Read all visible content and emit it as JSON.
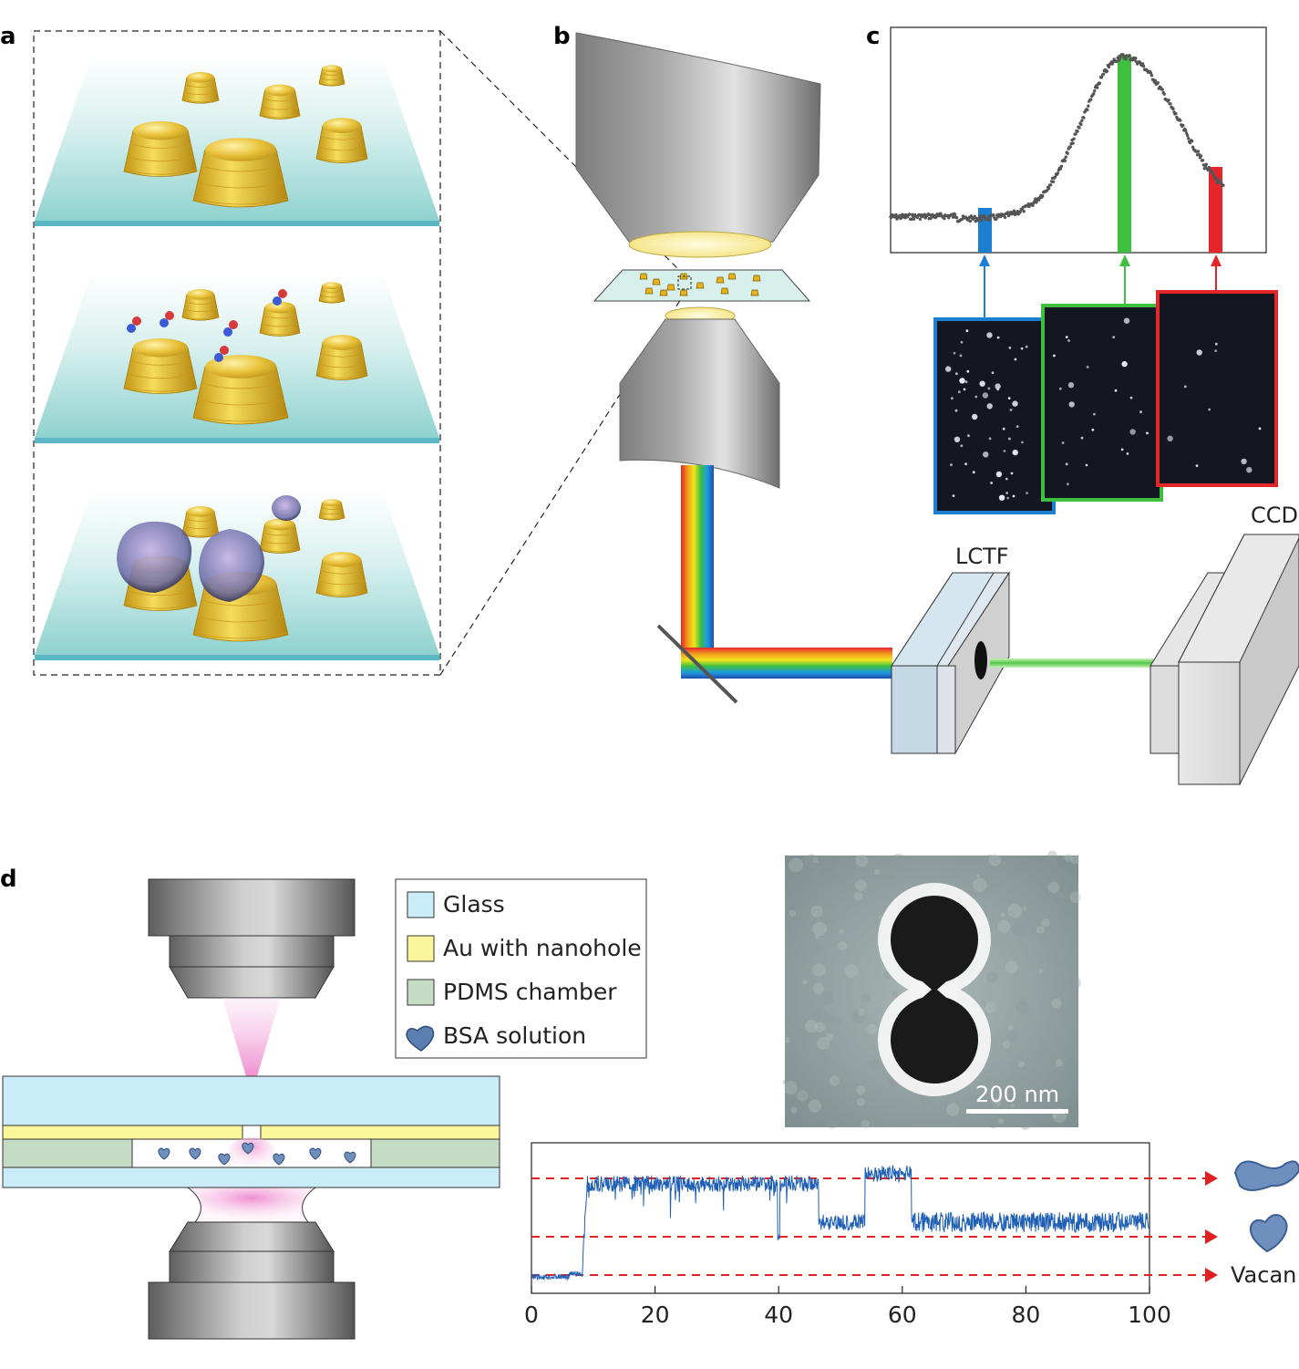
{
  "panels": {
    "a": "a",
    "b": "b",
    "c": "c",
    "d": "d"
  },
  "setup": {
    "filter_label": "LCTF",
    "camera_label": "CCD"
  },
  "legend": {
    "items": [
      {
        "label": "Glass",
        "color": "#c9ecf8"
      },
      {
        "label": "Au with nanohole",
        "color": "#fbf59c"
      },
      {
        "label": "PDMS chamber",
        "color": "#c3dcc3"
      },
      {
        "label": "BSA solution",
        "color": "#5a7fb0",
        "icon": "heart-icon"
      }
    ]
  },
  "micrograph": {
    "scale_bar": "200 nm"
  },
  "trace": {
    "x_ticks": [
      "0",
      "20",
      "40",
      "60",
      "80",
      "100"
    ],
    "state_labels": [
      "",
      "",
      "Vacan"
    ]
  },
  "colors": {
    "blue_band": "#1d7fd1",
    "green_band": "#3fbf3f",
    "red_band": "#e4252a",
    "trace": "#1f5fb4",
    "dashed": "#e02020"
  }
}
